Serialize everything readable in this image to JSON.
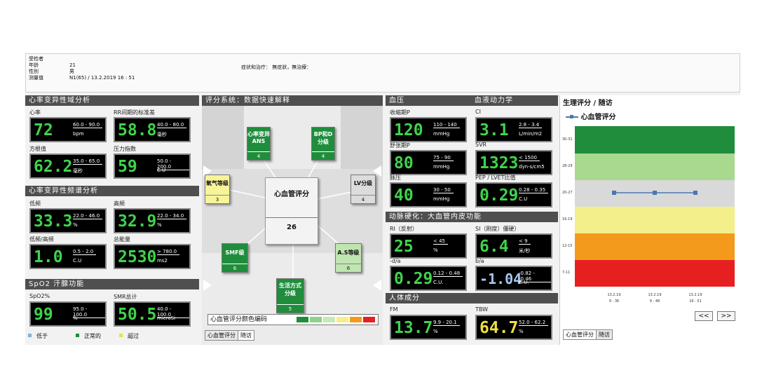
{
  "patient": {
    "labels": [
      "受检者",
      "年龄",
      "性别",
      "测量值"
    ],
    "age": "21",
    "sex": "男",
    "measurement": "N1(65) / 13.2.2019 16 : 51",
    "symptoms": "症状和治疗： 無症狀，無治療："
  },
  "hrv_time": {
    "title": "心率变异性域分析",
    "items": [
      {
        "label": "心率",
        "value": "72",
        "range": "60.0 - 90.0",
        "unit": "bpm"
      },
      {
        "label": "RR间期的标准差",
        "value": "58.8",
        "range": "40.0 - 80.0",
        "unit": "毫秒"
      },
      {
        "label": "方根值",
        "value": "62.2",
        "range": "35.0 - 65.0",
        "unit": "毫秒"
      },
      {
        "label": "压力指数",
        "value": "59",
        "range": "50.0 - 200.0",
        "unit": "C.U"
      }
    ]
  },
  "hrv_freq": {
    "title": "心率变异性频谱分析",
    "items": [
      {
        "label": "低频",
        "value": "33.3",
        "range": "22.0 - 46.0",
        "unit": "%"
      },
      {
        "label": "高频",
        "value": "32.9",
        "range": "22.0 - 34.0",
        "unit": "%"
      },
      {
        "label": "低频/高频",
        "value": "1.0",
        "range": "0.5 - 2.0",
        "unit": "C.U"
      },
      {
        "label": "总能量",
        "value": "2530",
        "range": "> 780.0",
        "unit": "ms2"
      }
    ]
  },
  "spo2": {
    "title": "SpO2 汗腺功能",
    "items": [
      {
        "label": "SpO2%",
        "value": "99",
        "range": "95.0 - 100.0",
        "unit": "%"
      },
      {
        "label": "SMR总计",
        "value": "50.5",
        "range": "40.0 - 100.0",
        "unit": "microSi"
      }
    ]
  },
  "status_legend": [
    {
      "label": "低于",
      "color": "#7fb0d8"
    },
    {
      "label": "正常的",
      "color": "#1f8d3c"
    },
    {
      "label": "超过",
      "color": "#e8e23a"
    }
  ],
  "center": {
    "title": "评分系统：数据快速解释",
    "main": {
      "label": "心血管评分",
      "value": "26"
    },
    "boxes": [
      {
        "label": "心率变异 ANS",
        "value": "4"
      },
      {
        "label": "BP和D分级",
        "value": "4"
      },
      {
        "label": "氧气等级",
        "value": "3"
      },
      {
        "label": "LV分级",
        "value": "4"
      },
      {
        "label": "SMF级",
        "value": "6"
      },
      {
        "label": "A.S等级",
        "value": "6"
      },
      {
        "label": "生活方式分级",
        "value": "5"
      }
    ],
    "legend_label": "心血管评分颜色编码",
    "legend_colors": [
      "#1f8d3c",
      "#8fd08b",
      "#c8e8b8",
      "#f3ef8a",
      "#f39a1c",
      "#e62020"
    ],
    "tabs": [
      "心血管评分",
      "随访"
    ]
  },
  "bp": {
    "title": "血压",
    "items": [
      {
        "label": "收缩期P",
        "value": "120",
        "range": "110 - 140",
        "unit": "mmHg"
      },
      {
        "label": "舒张期P",
        "value": "80",
        "range": "75 - 90",
        "unit": "mmHg"
      },
      {
        "label": "脉压",
        "value": "40",
        "range": "30 - 50",
        "unit": "mmHg"
      }
    ]
  },
  "hemo": {
    "title": "血液动力学",
    "items": [
      {
        "label": "CI",
        "value": "3.1",
        "range": "2.8 - 3.4",
        "unit": "L/min/m2"
      },
      {
        "label": "SVR",
        "value": "1323",
        "range": "< 1500",
        "unit": "dyn-s/cm5"
      },
      {
        "label": "PEP / LVET比值",
        "value": "0.29",
        "range": "0.28 - 0.35",
        "unit": "C.U"
      }
    ]
  },
  "athero": {
    "title": "动脉硬化：大血管内皮功能",
    "items": [
      {
        "label": "RI（反射）",
        "value": "25",
        "range": "< 45",
        "unit": "%",
        "color": "#3fd34b"
      },
      {
        "label": "SI（刚度）僵硬）",
        "value": "6.4",
        "range": "< 9",
        "unit": "米/秒",
        "color": "#3fd34b"
      },
      {
        "label": "-d/a",
        "value": "0.29",
        "range": "0.12 - 0.48",
        "unit": "C.U.",
        "color": "#3fd34b"
      },
      {
        "label": "b/a",
        "value": "-1.04",
        "range": "-0.82 - -0.46",
        "unit": "C.U.",
        "color": "#a7c6ee"
      }
    ]
  },
  "body": {
    "title": "人体成分",
    "items": [
      {
        "label": "FM",
        "value": "13.7",
        "range": "9.9 - 20.1",
        "unit": "%",
        "color": "#3fd34b"
      },
      {
        "label": "TBW",
        "value": "64.7",
        "range": "52.0 - 62.2",
        "unit": "%",
        "color": "#f0e040"
      }
    ]
  },
  "followup": {
    "title": "生理评分 / 随访",
    "legend": "心血管评分",
    "bands": [
      {
        "label": "30-31",
        "color": "#1f8d3c"
      },
      {
        "label": "28-29",
        "color": "#a9d88f"
      },
      {
        "label": "20-27",
        "color": "#d9d9d9"
      },
      {
        "label": "16-19",
        "color": "#f3ef8a"
      },
      {
        "label": "12-15",
        "color": "#f39a1c"
      },
      {
        "label": "7-11",
        "color": "#e62020"
      }
    ],
    "points": [
      {
        "date": "13.2.19",
        "time": "9 : 36",
        "score": 26
      },
      {
        "date": "13.2.19",
        "time": "9 : 48",
        "score": 26
      },
      {
        "date": "13.2.19",
        "time": "16 : 51",
        "score": 26
      }
    ],
    "nav": [
      "<<",
      ">>"
    ],
    "tabs": [
      "心血管评分",
      "随访"
    ]
  }
}
